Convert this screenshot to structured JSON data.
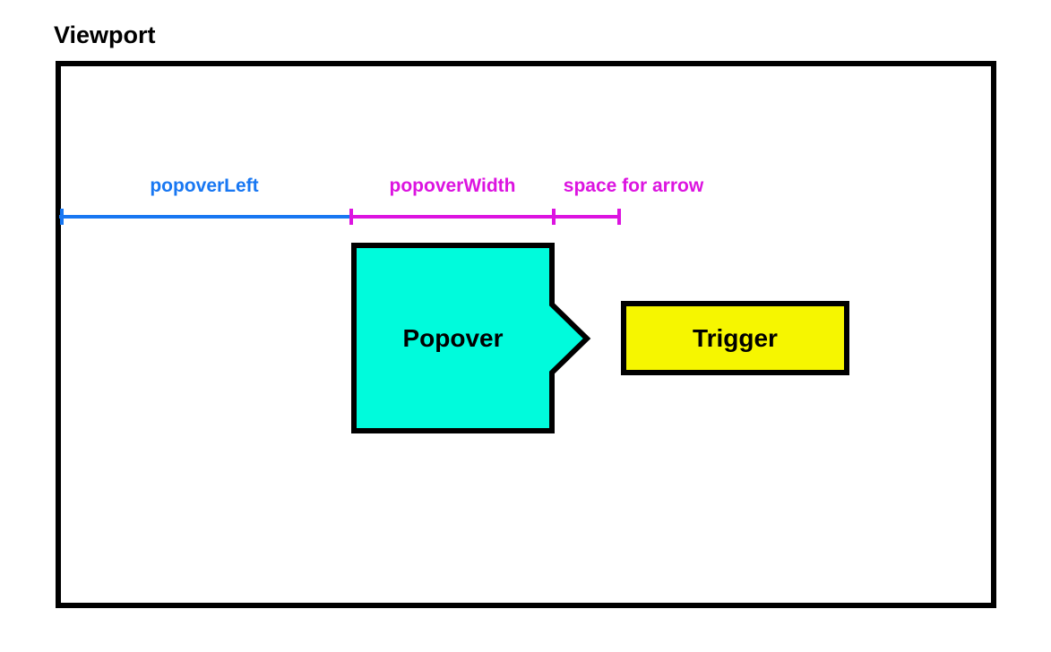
{
  "diagram": {
    "title": "Viewport",
    "measurements": {
      "popover_left": "popoverLeft",
      "popover_width": "popoverWidth",
      "space_for_arrow": "space for arrow"
    },
    "popover": {
      "label": "Popover"
    },
    "trigger": {
      "label": "Trigger"
    }
  },
  "colors": {
    "blue": "#1877F2",
    "magenta": "#DC14E0",
    "cyan": "#00FBDC",
    "yellow": "#F6F600",
    "ink": "#000000"
  }
}
